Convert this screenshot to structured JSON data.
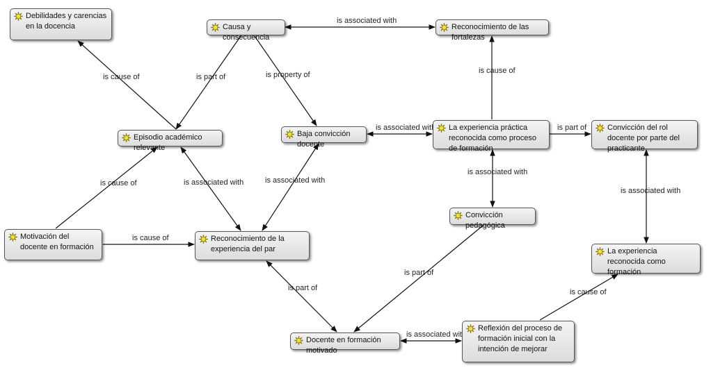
{
  "nodes": {
    "debilidades": "Debilidades y carencias en la docencia",
    "causa": "Causa y consecuencia",
    "reconocimiento_fortalezas": "Reconocimiento de las fortalezas",
    "episodio": "Episodio académico relevante",
    "baja_conviccion": "Baja convicción docente",
    "experiencia_practica": "La experiencia práctica reconocida como proceso de formación",
    "conviccion_rol": "Convicción del rol docente por parte del practicante",
    "motivacion": "Motivación del docente en formación",
    "reconocimiento_par": "Reconocimiento de la experiencia del par",
    "conviccion_pedagogica": "Convicción pedagógica",
    "experiencia_formacion": "La experiencia reconocida como formación",
    "docente_motivado": "Docente en formación motivado",
    "reflexion": "Reflexión del proceso de formación inicial con la intención de mejorar"
  },
  "edges": [
    {
      "id": "causa_fortalezas",
      "label": "is associated with"
    },
    {
      "id": "episodio_debilidades",
      "label": "is cause of"
    },
    {
      "id": "episodio_causa",
      "label": "is part of"
    },
    {
      "id": "baja_causa",
      "label": "is property of"
    },
    {
      "id": "experiencia_fortalezas",
      "label": "is cause of"
    },
    {
      "id": "baja_experiencia",
      "label": "is associated with"
    },
    {
      "id": "experiencia_rol",
      "label": "is part of"
    },
    {
      "id": "motivacion_episodio",
      "label": "is cause of"
    },
    {
      "id": "episodio_par",
      "label": "is associated with"
    },
    {
      "id": "par_baja",
      "label": "is associated with"
    },
    {
      "id": "experiencia_pedagogica",
      "label": "is associated with"
    },
    {
      "id": "rol_formacion",
      "label": "is associated with"
    },
    {
      "id": "motivacion_par",
      "label": "is cause of"
    },
    {
      "id": "pedagogica_docente",
      "label": "is part of"
    },
    {
      "id": "par_docente",
      "label": "is part of"
    },
    {
      "id": "reflexion_formacion",
      "label": "is cause of"
    },
    {
      "id": "docente_reflexion",
      "label": "is associated with"
    }
  ],
  "colors": {
    "node_border": "#555555",
    "node_fill": "#e6e6e6",
    "edge": "#111111",
    "icon_fill": "#f2df3a",
    "icon_stroke": "#7a6a00"
  },
  "icon": "sun-concept-icon"
}
